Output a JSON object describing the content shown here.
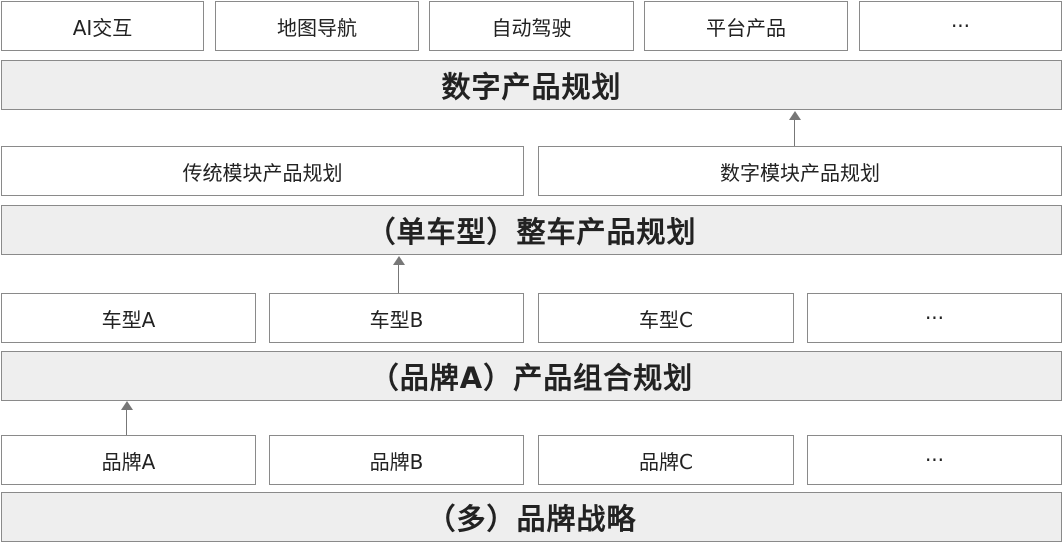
{
  "top_row": [
    "AI交互",
    "地图导航",
    "自动驾驶",
    "平台产品",
    "···"
  ],
  "digital_plan": "数字产品规划",
  "module_row": [
    "传统模块产品规划",
    "数字模块产品规划"
  ],
  "vehicle_plan": "（单车型）整车产品规划",
  "model_row": [
    "车型A",
    "车型B",
    "车型C",
    "···"
  ],
  "portfolio_plan": "（品牌A）产品组合规划",
  "brand_row": [
    "品牌A",
    "品牌B",
    "品牌C",
    "···"
  ],
  "brand_strategy": "（多）品牌战略"
}
